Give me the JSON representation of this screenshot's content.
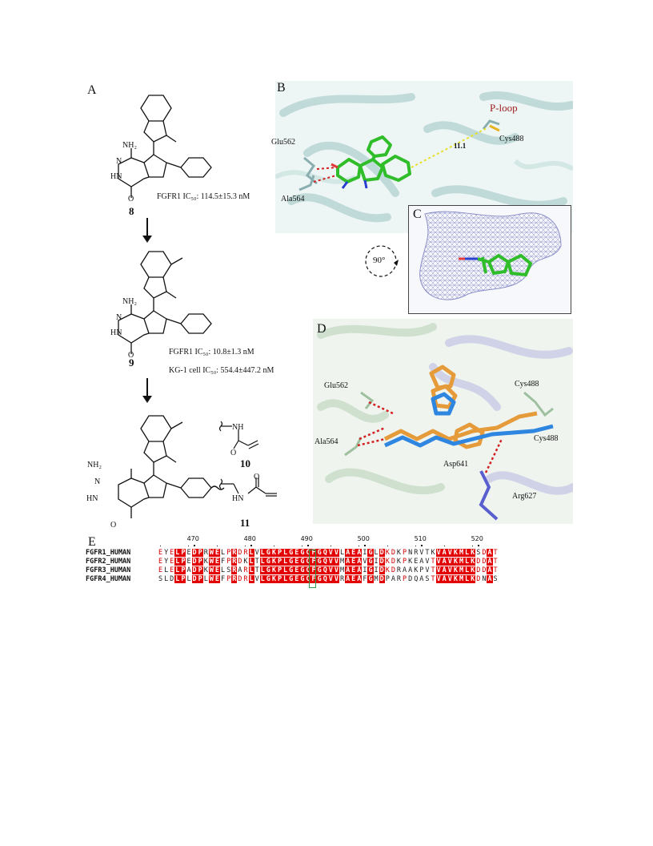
{
  "panels": {
    "a": {
      "letter": "A",
      "compound8": {
        "number": "8",
        "nh2": "NH₂",
        "hn": "HN",
        "n": "N",
        "o": "O",
        "activity": "FGFR1 IC₅₀: 114.5±15.3 nM"
      },
      "compound9": {
        "number": "9",
        "nh2": "NH₂",
        "hn": "HN",
        "n": "N",
        "o": "O",
        "activity1": "FGFR1 IC₅₀: 10.8±1.3 nM",
        "activity2": "KG-1 cell IC₅₀: 554.4±447.2 nM"
      },
      "scaffold": {
        "nh2": "NH₂",
        "hn": "HN",
        "n": "N",
        "o": "O"
      },
      "warhead10": {
        "number": "10",
        "nh": "NH",
        "o": "O"
      },
      "warhead11": {
        "number": "11",
        "hn": "HN",
        "o": "O"
      }
    },
    "b": {
      "letter": "B",
      "ploop": "P-loop",
      "glu": "Glu562",
      "ala": "Ala564",
      "cys": "Cys488",
      "distance": "11.1"
    },
    "c": {
      "letter": "C",
      "rotation": "90°"
    },
    "d": {
      "letter": "D",
      "glu": "Glu562",
      "ala": "Ala564",
      "cys_a": "Cys488",
      "cys_b": "Cys488",
      "asp": "Asp641",
      "arg": "Arg627"
    },
    "e": {
      "letter": "E",
      "ruler": [
        "470",
        "480",
        "490",
        "500",
        "510",
        "520"
      ],
      "rows": [
        {
          "name": "FGFR1_HUMAN",
          "seq": "EYELPEDPRWELPRDRLVLGKPLGEGCFGQVVLAEAIGLDKDKPNRVTKVAVKMLKSDAT"
        },
        {
          "name": "FGFR2_HUMAN",
          "seq": "EYELPEDPKWEFPRDKLTLGKPLGEGCFGQVVMAEAVGIDKDKPKEAVTVAVKMLKDDAT"
        },
        {
          "name": "FGFR3_HUMAN",
          "seq": "ELELPADPKWELSRARLTLGKPLGEGCFGQVVMAEAIGIDKDRAAKPVTVAVKMLKDDAT"
        },
        {
          "name": "FGFR4_HUMAN",
          "seq": "SLDLPLDPLWEFPRDRLVLGKPLGEGCFGQVVRAEAFGMDPARPDQASTVAVKMLKDNAS"
        }
      ]
    }
  },
  "colors": {
    "alignment_red": "#e20000",
    "ploop_text": "#9b1b1b",
    "cys_box": "#2e9b4a",
    "mesh": "#8b8fc8"
  }
}
